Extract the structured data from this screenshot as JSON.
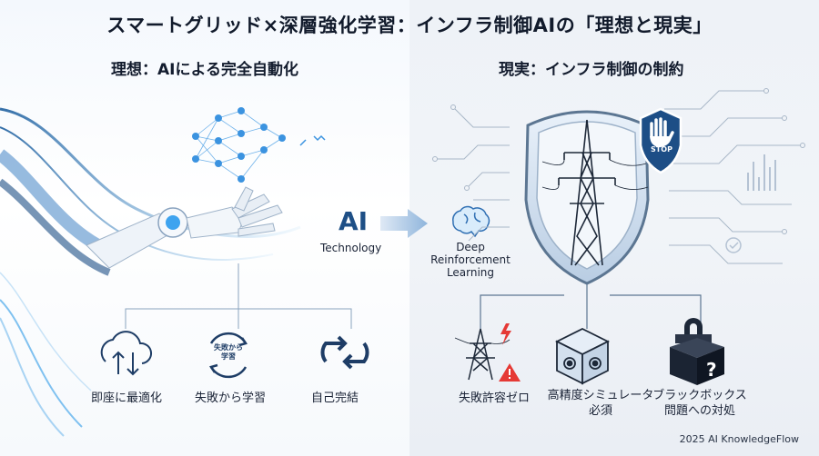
{
  "title": "スマートグリッド×深層強化学習：インフラ制御AIの「理想と現実」",
  "left": {
    "heading": "理想：AIによる完全自動化",
    "items": [
      {
        "label": "即座に最適化",
        "icon": "cloud-arrows-icon"
      },
      {
        "label": "失敗から学習",
        "icon": "cycle-arrows-icon",
        "inner_text": [
          "失敗から",
          "学習"
        ]
      },
      {
        "label": "自己完結",
        "icon": "loop-arrows-icon"
      }
    ]
  },
  "center": {
    "ai_text": "AI",
    "ai_sub": "Technology",
    "drl_lines": [
      "Deep",
      "Reinforcement",
      "Learning"
    ]
  },
  "right": {
    "heading": "現実：インフラ制御の制約",
    "stop_text": "STOP",
    "items": [
      {
        "label_lines": [
          "失敗許容ゼロ"
        ],
        "icon": "power-tower-warning-icon"
      },
      {
        "label_lines": [
          "高精度シミュレータ",
          "必須"
        ],
        "icon": "simulator-cube-icon"
      },
      {
        "label_lines": [
          "ブラックボックス",
          "問題への対処"
        ],
        "icon": "black-box-lock-icon"
      }
    ]
  },
  "footer": "2025 AI KnowledgeFlow",
  "colors": {
    "accent": "#1e4f86",
    "light_blue": "#5aa6e6",
    "warning": "#e53935",
    "dark": "#1b2433"
  }
}
